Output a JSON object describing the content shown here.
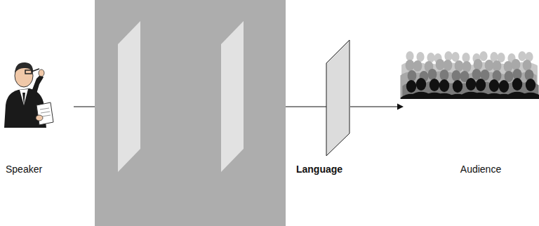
{
  "diagram": {
    "nodes": [
      {
        "text": [
          "Speaker"
        ]
      },
      {
        "text": [
          "Language"
        ]
      },
      {
        "text": [
          "Audience"
        ]
      }
    ],
    "edges": [
      {
        "from": 0,
        "to": 1,
        "arrow": "none"
      },
      {
        "from": 1,
        "to": 2,
        "arrow": "to"
      }
    ]
  }
}
